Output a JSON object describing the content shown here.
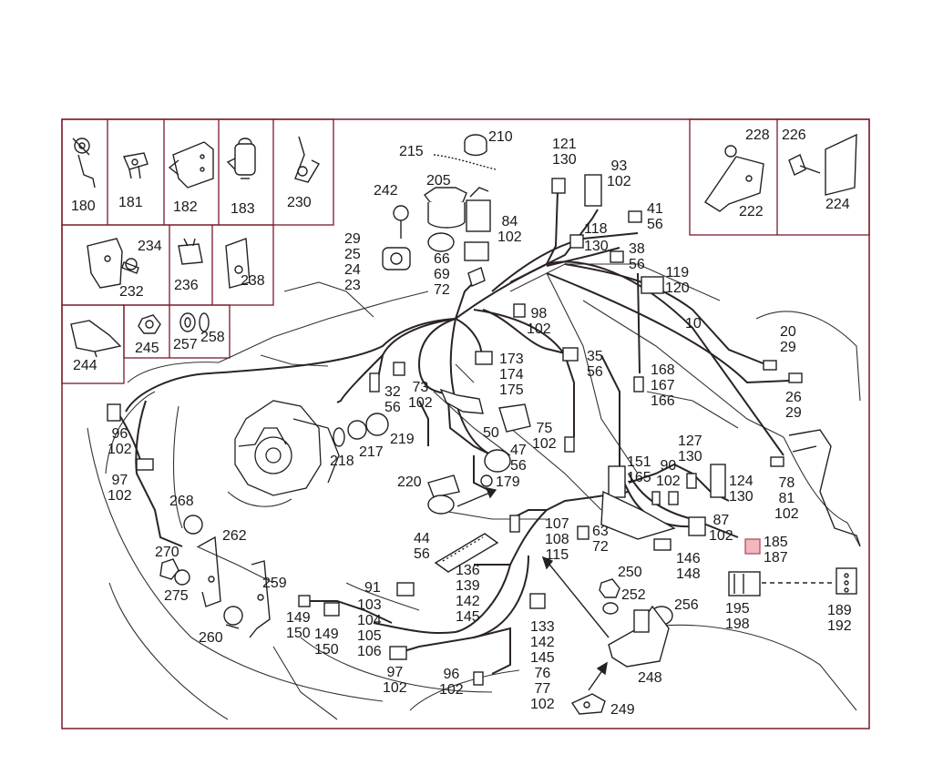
{
  "colors": {
    "border": "#7a1a2a",
    "line": "#222222",
    "wire": "#2b2326",
    "highlight": "#f3b7bf"
  },
  "icons": [
    "clip-icon",
    "connector-icon",
    "bracket-icon",
    "relay-icon",
    "fuse-icon",
    "bolt-icon",
    "nut-icon",
    "washer-icon",
    "grommet-icon",
    "plug-icon",
    "tie-wrap-icon"
  ],
  "inset_labels": {
    "p180": "180",
    "p181": "181",
    "p182": "182",
    "p183": "183",
    "p230": "230",
    "p234": "234",
    "p232": "232",
    "p236": "236",
    "p238": "238",
    "p244": "244",
    "p245": "245",
    "p257": "257",
    "p258": "258",
    "p228": "228",
    "p222": "222",
    "p226": "226",
    "p224": "224"
  },
  "callouts": {
    "c210": "210",
    "c215": "215",
    "c205": "205",
    "c242": "242",
    "c84": "84\n102",
    "c121": "121\n130",
    "c93": "93\n102",
    "c41": "41\n56",
    "c118": "118",
    "c130a": "130",
    "c38": "38\n56",
    "c29": "29\n25\n24\n23",
    "c66": "66\n69\n72",
    "c119": "119\n120",
    "c10": "10",
    "c98": "98\n102",
    "c20": "20\n29",
    "c26": "26\n29",
    "c173": "173\n174\n175",
    "c35": "35\n56",
    "c168": "168\n167\n166",
    "c32": "32\n56",
    "c73": "73\n102",
    "c96a": "96\n102",
    "c219": "219",
    "c217": "217",
    "c218": "218",
    "c50": "50",
    "c75": "75\n102",
    "c47": "47\n56",
    "c127": "127\n130",
    "c78": "78\n81\n102",
    "c97a": "97\n102",
    "c220": "220",
    "c179": "179",
    "c151": "151\n165",
    "c90": "90\n102",
    "c124": "124\n130",
    "c87": "87\n102",
    "c268": "268",
    "c262": "262",
    "c44": "44\n56",
    "c107": "107\n108\n115",
    "c63": "63\n72",
    "c185": "185\n187",
    "c146": "146\n148",
    "c270": "270",
    "c275": "275",
    "c259": "259",
    "c136": "136\n139\n142\n145",
    "c91": "91",
    "c250": "250",
    "c252": "252",
    "c256": "256",
    "c195": "195\n198",
    "c189": "189\n192",
    "c149a": "149\n150",
    "c103": "103\n104\n105\n106",
    "c149b": "149\n150",
    "c260": "260",
    "c133": "133\n142\n145\n76\n77\n102",
    "c248": "248",
    "c97b": "97\n102",
    "c96b": "96\n102",
    "c249": "249"
  }
}
